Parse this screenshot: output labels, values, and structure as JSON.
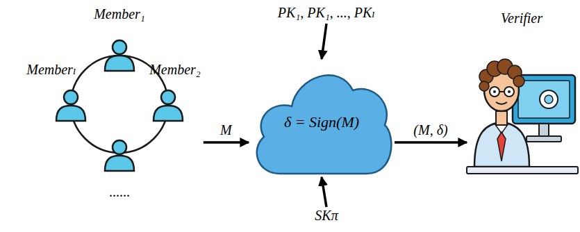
{
  "diagram": {
    "nodes": [
      {
        "text": [
          "PK₁, PK₁, ..., PKₗ"
        ]
      },
      {
        "text": [
          "Member₁"
        ]
      },
      {
        "text": [
          "Member₂"
        ]
      },
      {
        "text": [
          "Memberₗ"
        ]
      },
      {
        "text": [
          "δ = Sign(M)"
        ]
      },
      {
        "text": [
          "SKπ"
        ]
      },
      {
        "text": [
          "Verifier"
        ]
      }
    ],
    "edges": [
      {
        "from": 0,
        "to": 4,
        "arrow": "to"
      },
      {
        "from": 2,
        "to": 4,
        "label": "M",
        "arrow": "to"
      },
      {
        "from": 4,
        "to": 6,
        "label": "(M, δ)",
        "arrow": "to"
      },
      {
        "from": 5,
        "to": 4,
        "arrow": "to"
      }
    ],
    "labels": [
      "......"
    ]
  }
}
